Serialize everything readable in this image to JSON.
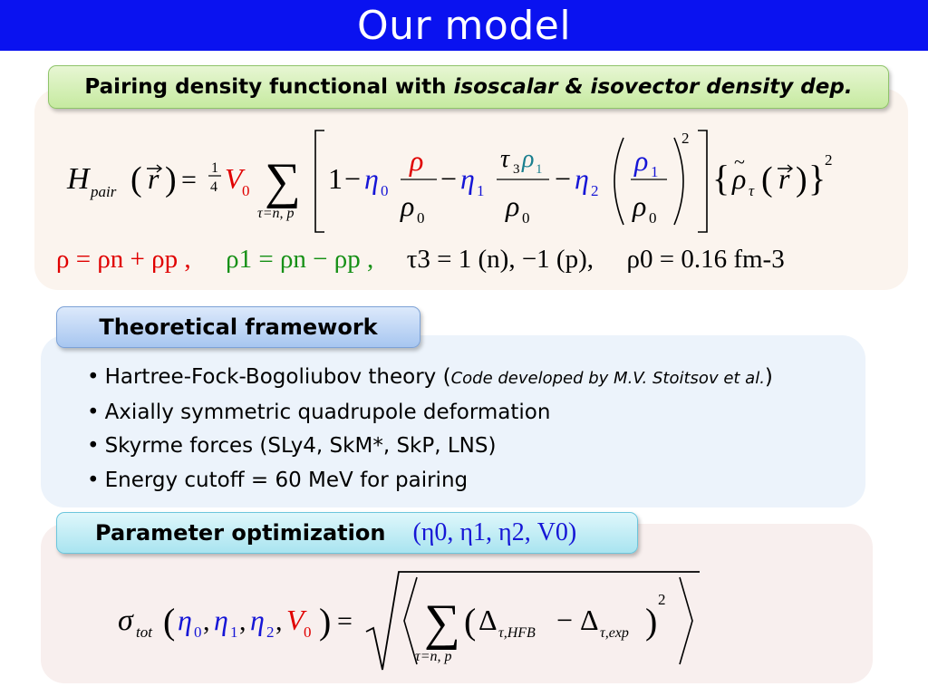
{
  "title": "Our model",
  "section1": {
    "label_plain": "Pairing density functional with ",
    "label_italic": "isoscalar & isovector density dep."
  },
  "equation1": {
    "lhs_H": "H",
    "lhs_sub": "pair",
    "r_vec": "r",
    "quarter_num": "1",
    "quarter_den": "4",
    "V0": "V",
    "sum_index": "τ=n, p",
    "one": "1",
    "eta": "η",
    "rho": "ρ",
    "tau": "τ",
    "sub0": "0",
    "sub1": "1",
    "sub2": "2",
    "sub3": "3",
    "sup2": "2"
  },
  "definitions": {
    "rho_def": "ρ = ρn + ρp ,",
    "rho1_def": "ρ1 = ρn − ρp ,",
    "tau3_def": "τ3 = 1 (n), −1 (p),",
    "rho0_def": "ρ0 = 0.16 fm-3"
  },
  "section2": {
    "label": "Theoretical framework",
    "bullets": [
      {
        "text": "Hartree-Fock-Bogoliubov theory (",
        "note": "Code developed by M.V. Stoitsov et al.",
        "tail": ")"
      },
      {
        "text": "Axially symmetric quadrupole deformation"
      },
      {
        "text": "Skyrme forces (SLy4, SkM*, SkP, LNS)"
      },
      {
        "text": "Energy cutoff = 60 MeV for pairing"
      }
    ]
  },
  "section3": {
    "label": "Parameter optimization",
    "params": "(η0, η1, η2, V0)"
  },
  "equation3": {
    "sigma": "σ",
    "sigma_sub": "tot",
    "sum_index": "τ=n, p",
    "delta": "Δ",
    "sub_hfb": "τ,HFB",
    "sub_exp": "τ,exp",
    "sup2": "2"
  },
  "colors": {
    "title_bar": "#0a12f0",
    "blue": "#1616d6",
    "red": "#e00000",
    "green": "#169016",
    "teal": "#1a7f8f"
  }
}
